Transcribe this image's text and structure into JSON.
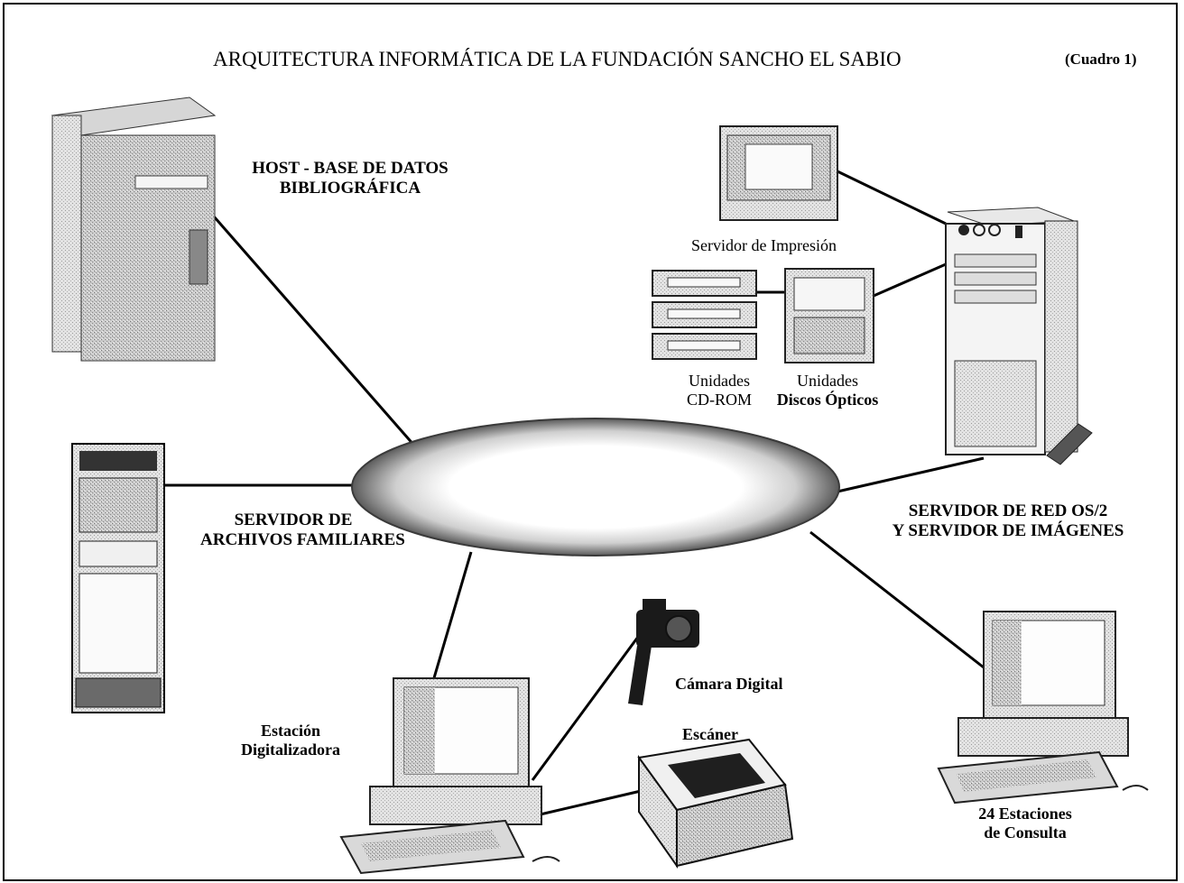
{
  "title": "ARQUITECTURA INFORMÁTICA DE LA FUNDACIÓN SANCHO EL SABIO",
  "tag": "(Cuadro 1)",
  "nodes": {
    "host": {
      "line1": "HOST - BASE DE DATOS",
      "line2": "BIBLIOGRÁFICA",
      "icon": "mainframe-icon"
    },
    "file_server": {
      "line1": "SERVIDOR DE",
      "line2": "ARCHIVOS FAMILIARES",
      "icon": "server-rack-icon"
    },
    "network_server": {
      "line1": "SERVIDOR DE RED OS/2",
      "line2": "Y SERVIDOR DE IMÁGENES",
      "icon": "tower-server-icon"
    },
    "print_server": {
      "label": "Servidor de Impresión",
      "icon": "printer-icon"
    },
    "cdrom": {
      "line1": "Unidades",
      "line2": "CD-ROM",
      "icon": "cdrom-stack-icon"
    },
    "optical": {
      "line1": "Unidades",
      "line2": "Discos Ópticos",
      "icon": "optical-drive-icon"
    },
    "scan_station": {
      "line1": "Estación",
      "line2": "Digitalizadora",
      "icon": "workstation-icon"
    },
    "camera": {
      "label": "Cámara Digital",
      "icon": "camera-icon"
    },
    "scanner": {
      "label": "Escáner",
      "icon": "scanner-icon"
    },
    "consult": {
      "line1": "24 Estaciones",
      "line2": "de Consulta",
      "icon": "workstation-icon"
    }
  },
  "colors": {
    "ink": "#000000",
    "paper": "#ffffff",
    "shade_dark": "#6f6f6f",
    "shade_mid": "#b4b4b4",
    "shade_light": "#e0e0e0"
  }
}
